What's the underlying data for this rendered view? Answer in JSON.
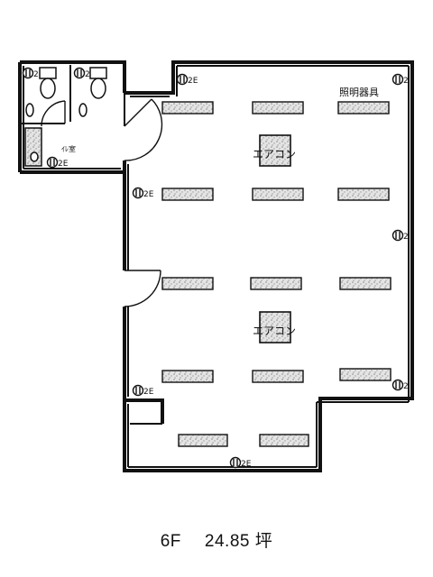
{
  "labels": {
    "lighting_fixtures": "照明器具",
    "aircon_1": "エアコン",
    "aircon_2": "エアコン",
    "toilet_room": "ｲﾚ室",
    "outlet_2": "2",
    "outlet_2e": "2E"
  },
  "caption": {
    "floor": "6F",
    "area": "24.85 坪"
  },
  "colors": {
    "line": "#111111",
    "fixture_fill": "#d9d9d9"
  }
}
